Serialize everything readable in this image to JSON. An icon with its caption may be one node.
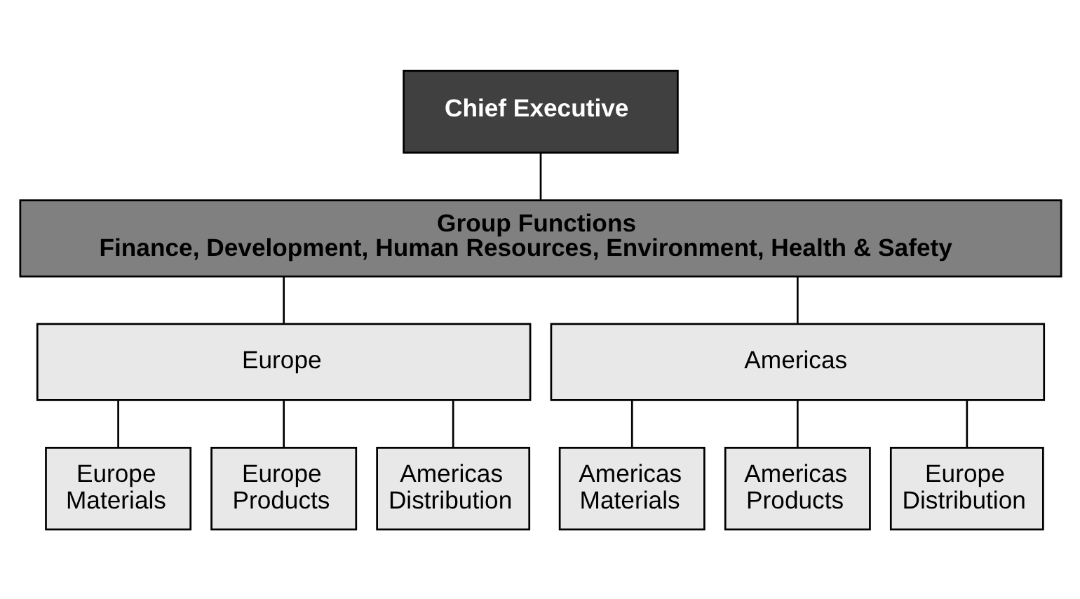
{
  "diagram": {
    "nodes": [
      {
        "text": [
          "Chief Executive"
        ]
      },
      {
        "text": [
          "Group Functions",
          "Finance, Development, Human Resources, Environment, Health & Safety"
        ]
      },
      {
        "text": [
          "Europe"
        ]
      },
      {
        "text": [
          "Americas"
        ]
      },
      {
        "text": [
          "Europe Materials"
        ]
      },
      {
        "text": [
          "Europe Products"
        ]
      },
      {
        "text": [
          "Americas Distribution"
        ]
      },
      {
        "text": [
          "Americas Materials"
        ]
      },
      {
        "text": [
          "Americas Products"
        ]
      },
      {
        "text": [
          "Europe Distribution"
        ]
      }
    ],
    "edges": [
      {
        "from": 0,
        "to": 1,
        "arrow": "none"
      },
      {
        "from": 1,
        "to": 2,
        "arrow": "none"
      },
      {
        "from": 1,
        "to": 3,
        "arrow": "none"
      },
      {
        "from": 2,
        "to": 4,
        "arrow": "none"
      },
      {
        "from": 2,
        "to": 5,
        "arrow": "none"
      },
      {
        "from": 2,
        "to": 6,
        "arrow": "none"
      },
      {
        "from": 3,
        "to": 7,
        "arrow": "none"
      },
      {
        "from": 3,
        "to": 8,
        "arrow": "none"
      },
      {
        "from": 3,
        "to": 9,
        "arrow": "none"
      }
    ]
  }
}
